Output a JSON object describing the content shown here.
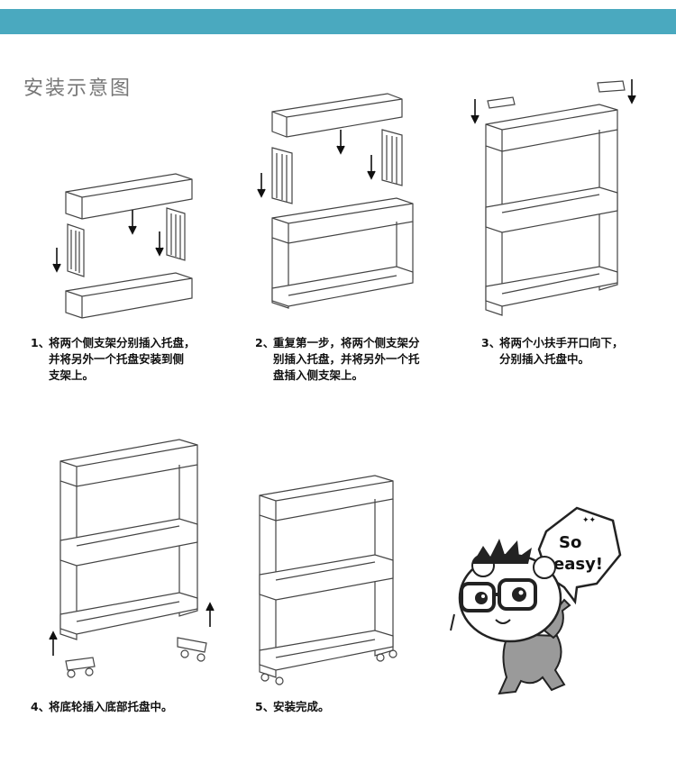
{
  "header": {
    "title": "安装示意图",
    "bar_color": "#4aa9bf"
  },
  "steps": [
    {
      "num": "1、",
      "line1": "将两个侧支架分别插入托盘，",
      "line2": "并将另外一个托盘安装到侧",
      "line3": "支架上。"
    },
    {
      "num": "2、",
      "line1": "重复第一步，将两个侧支架分",
      "line2": "别插入托盘，并将另外一个托",
      "line3": "盘插入侧支架上。"
    },
    {
      "num": "3、",
      "line1": "将两个小扶手开口向下，",
      "line2": "分别插入托盘中。",
      "line3": ""
    },
    {
      "num": "4、",
      "line1": "将底轮插入底部托盘中。",
      "line2": "",
      "line3": ""
    },
    {
      "num": "5、",
      "line1": "安装完成。",
      "line2": "",
      "line3": ""
    }
  ],
  "mascot": {
    "bubble_line1": "So",
    "bubble_line2": "easy!"
  },
  "icons": {
    "arrow": "down-arrow-icon",
    "up_arrow": "up-arrow-icon"
  }
}
